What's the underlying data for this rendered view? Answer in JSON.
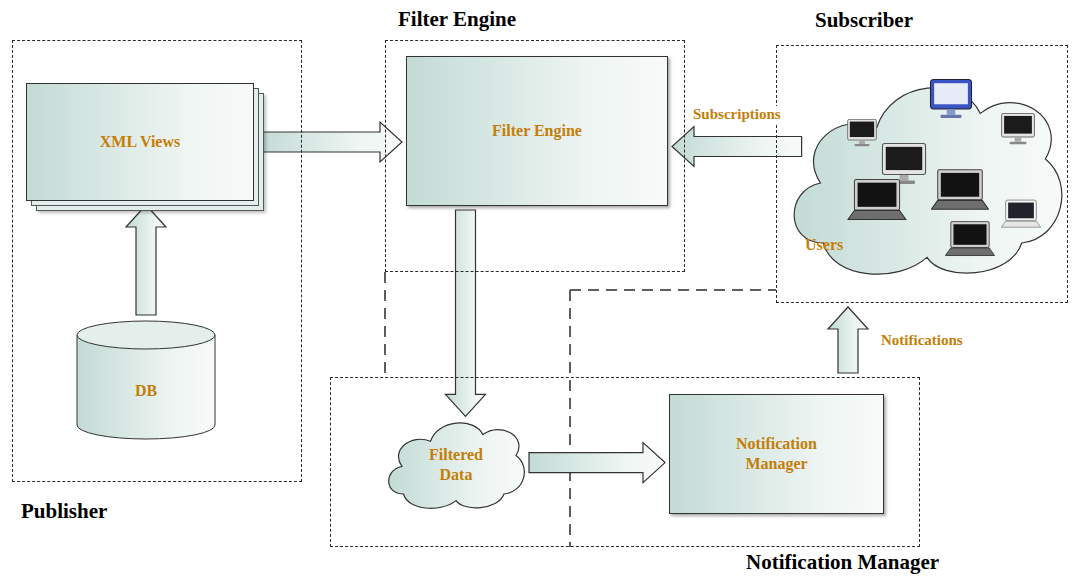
{
  "diagram": {
    "nodes": [
      {
        "text": [
          "Publisher"
        ]
      },
      {
        "text": [
          "XML Views"
        ],
        "in": 0
      },
      {
        "text": [
          "DB"
        ],
        "in": 0
      },
      {
        "text": [
          "Filter Engine"
        ]
      },
      {
        "text": [
          "Filter Engine"
        ],
        "in": 3
      },
      {
        "text": [
          "Subscriber"
        ]
      },
      {
        "text": [
          "Users"
        ],
        "in": 5
      },
      {
        "text": [
          "Notification Manager"
        ]
      },
      {
        "text": [
          "Filtered Data"
        ],
        "in": 7
      },
      {
        "text": [
          "Notification Manager"
        ],
        "in": 7
      }
    ],
    "edges": [
      {
        "from": 2,
        "to": 1,
        "arrow": "to"
      },
      {
        "from": 1,
        "to": 4,
        "arrow": "to"
      },
      {
        "from": 6,
        "to": 4,
        "label": "Subscriptions",
        "arrow": "to"
      },
      {
        "from": 4,
        "to": 8,
        "arrow": "to"
      },
      {
        "from": 8,
        "to": 9,
        "arrow": "to"
      },
      {
        "from": 7,
        "to": 5,
        "label": "Notifications",
        "arrow": "to"
      }
    ]
  }
}
